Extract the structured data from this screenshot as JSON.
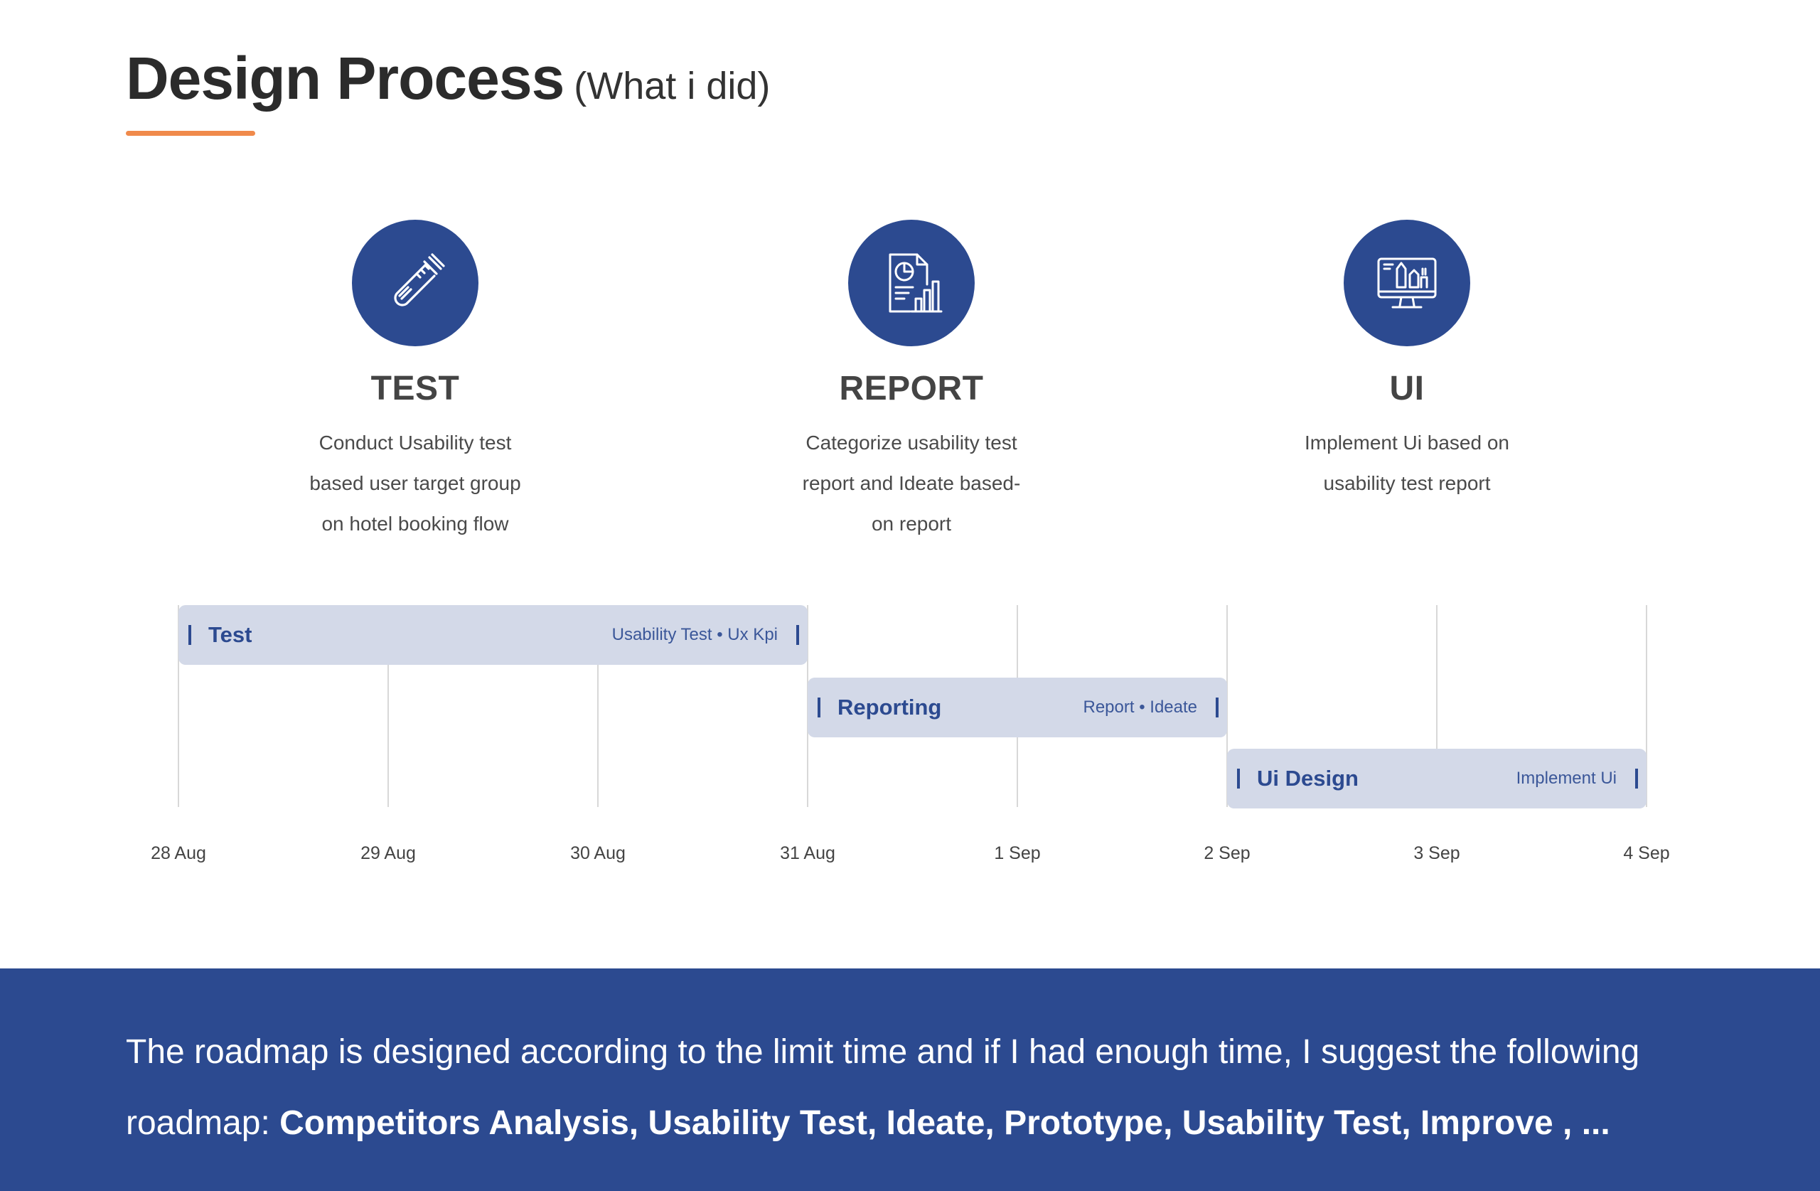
{
  "header": {
    "title": "Design Process",
    "subtitle": "(What i did)",
    "accent_color": "#f08a4b"
  },
  "phases": [
    {
      "icon": "test-tube-icon",
      "heading": "TEST",
      "desc_lines": [
        "Conduct Usability test",
        "based user target group",
        "on hotel booking flow"
      ]
    },
    {
      "icon": "report-chart-icon",
      "heading": "REPORT",
      "desc_lines": [
        "Categorize usability test",
        "report and Ideate based-",
        "on report"
      ]
    },
    {
      "icon": "ui-monitor-icon",
      "heading": "UI",
      "desc_lines": [
        "Implement Ui based on",
        "usability test report"
      ]
    }
  ],
  "timeline": {
    "dates": [
      "28 Aug",
      "29 Aug",
      "30 Aug",
      "31 Aug",
      "1 Sep",
      "2 Sep",
      "3 Sep",
      "4 Sep"
    ],
    "tasks": [
      {
        "name": "Test",
        "tags": "Usability Test • Ux Kpi",
        "start": "28 Aug",
        "end": "31 Aug"
      },
      {
        "name": "Reporting",
        "tags": "Report • Ideate",
        "start": "31 Aug",
        "end": "2 Sep"
      },
      {
        "name": "Ui Design",
        "tags": "Implement Ui",
        "start": "2 Sep",
        "end": "4 Sep"
      }
    ],
    "bar_color": "#d3d9e8",
    "accent_color": "#2c4a90"
  },
  "footer": {
    "text_regular": "The roadmap is designed according to the limit time and if I had enough time, I suggest the following roadmap: ",
    "text_bold": "Competitors Analysis, Usability Test, Ideate, Prototype, Usability Test, Improve , ...",
    "background": "#2c4a90"
  }
}
